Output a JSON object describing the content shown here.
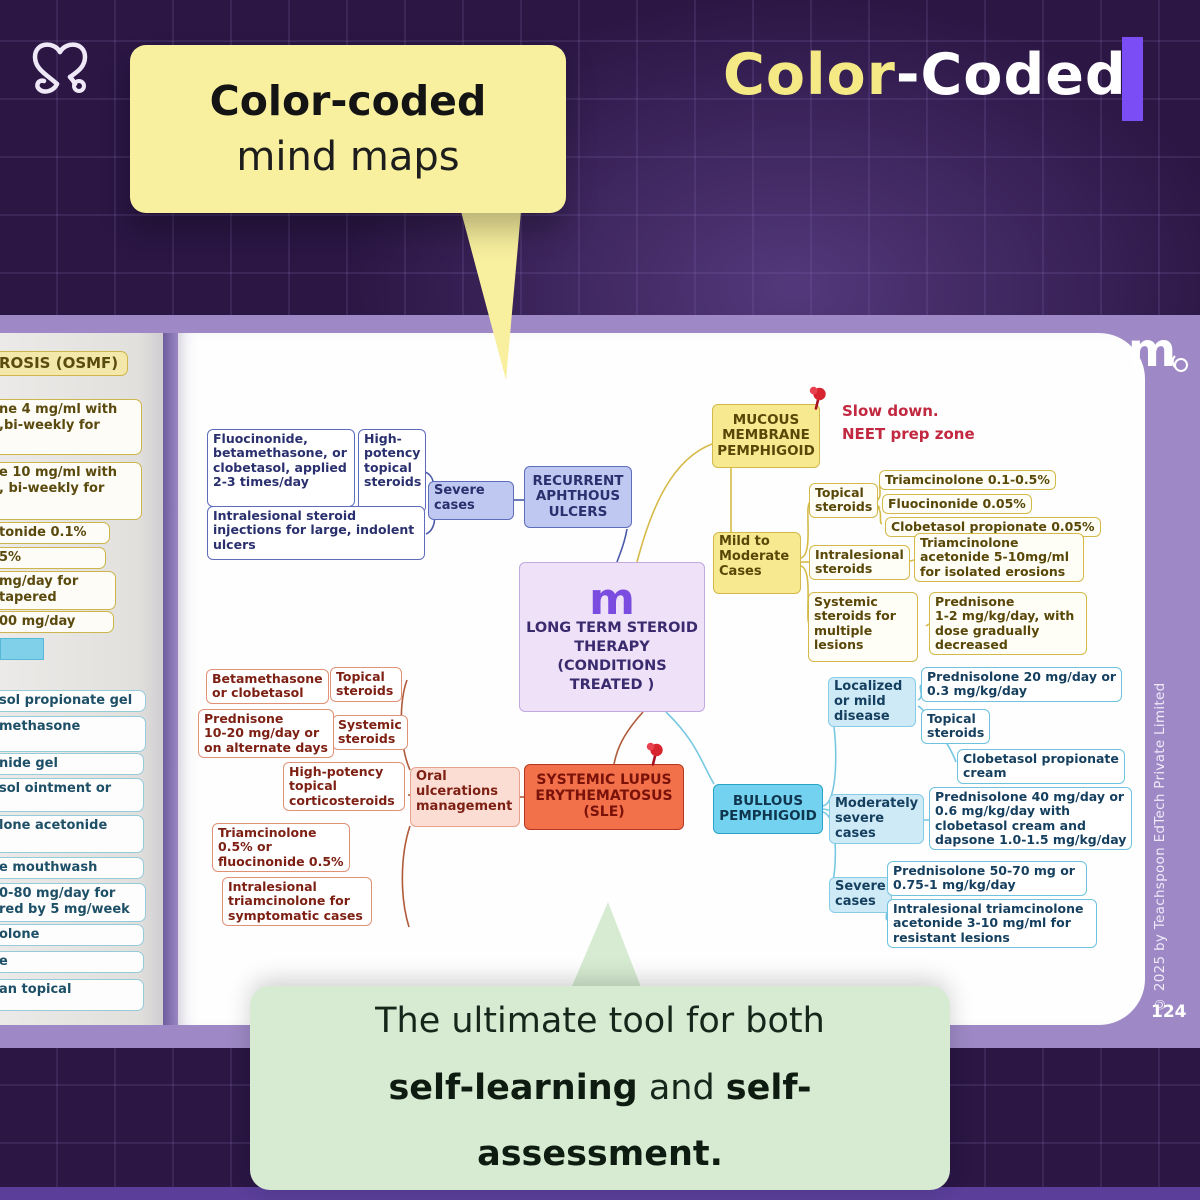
{
  "header": {
    "title_accent": "Color",
    "title_rest": "-Coded"
  },
  "top_bubble": {
    "line1": "Color-coded",
    "line2": "mind maps"
  },
  "bottom_bubble": {
    "line1": "The ultimate tool for both",
    "bold1": "self-learning",
    "mid": " and ",
    "bold2": "self-",
    "bold3": "assessment."
  },
  "page": {
    "number": "124",
    "copyright": "© 2025 by Teachspoon EdTech Private Limited"
  },
  "icons": {
    "m_glyph": "m",
    "brand": "heart-stethoscope",
    "pin": "pushpin"
  },
  "colors": {
    "accent_yellow": "#f5e986",
    "cursor_purple": "#7a4df5",
    "band_purple": "#9e89c6",
    "bubble_yellow": "#f8f09e",
    "bubble_green": "#d6ebd2",
    "node_blue": "#bfc8f1",
    "node_yellow": "#f7e98f",
    "node_red": "#f2714b",
    "node_cyan": "#72d2f0",
    "pin_red": "#d8242f"
  },
  "left_page": {
    "header": "ROSIS (OSMF)",
    "yellow_items": [
      "ne 4 mg/ml with\n,bi-weekly for",
      "e 10 mg/ml with\n, bi-weekly for",
      "tonide 0.1%",
      "5%",
      "mg/day for\ntapered",
      "00 mg/day"
    ],
    "teal_items": [
      "sol propionate gel",
      "methasone",
      "nide gel",
      "sol ointment or",
      "lone acetonide",
      "e mouthwash",
      "0-80 mg/day for\nred by 5 mg/week",
      "olone",
      "e",
      "an topical"
    ]
  },
  "mindmap": {
    "center": "LONG TERM STEROID\nTHERAPY\n(CONDITIONS\nTREATED )",
    "note": "Slow down.\nNEET prep zone",
    "rau": {
      "main": "RECURRENT\nAPHTHOUS\nULCERS",
      "severe": "Severe\ncases",
      "high_potency": "High-\npotency\ntopical\nsteroids",
      "drugs": "Fluocinonide,\nbetamethasone, or\nclobetasol, applied\n2-3 times/day",
      "intralesional": "Intralesional steroid\ninjections for large, indolent\nulcers"
    },
    "mmp": {
      "main": "MUCOUS\nMEMBRANE\nPEMPHIGOID",
      "mild": "Mild to\nModerate\nCases",
      "topical": "Topical\nsteroids",
      "triamcinolone": "Triamcinolone 0.1-0.5%",
      "fluocinonide": "Fluocinonide 0.05%",
      "clobetasol": "Clobetasol propionate 0.05%",
      "intralesional": "Intralesional\nsteroids",
      "triam_acetonide": "Triamcinolone\nacetonide 5-10mg/ml\nfor isolated erosions",
      "systemic": "Systemic\nsteroids for\nmultiple\nlesions",
      "prednisone": "Prednisone\n1-2 mg/kg/day, with\ndose gradually\ndecreased"
    },
    "sle": {
      "main": "SYSTEMIC LUPUS\nERYTHEMATOSUS\n(SLE)",
      "oral": "Oral\nulcerations\nmanagement",
      "high_potency": "High-potency\ntopical\ncorticosteroids",
      "topical": "Topical\nsteroids",
      "betamethasone": "Betamethasone\nor clobetasol",
      "systemic": "Systemic\nsteroids",
      "prednisone": "Prednisone\n10-20 mg/day or\non alternate days",
      "triamcinolone": "Triamcinolone\n0.5% or\nfluocinonide 0.5%",
      "intralesional": "Intralesional\ntriamcinolone for\nsymptomatic cases"
    },
    "bullous": {
      "main": "BULLOUS\nPEMPHIGOID",
      "localized": "Localized\nor mild\ndisease",
      "pred20": "Prednisolone 20 mg/day or\n0.3 mg/kg/day",
      "topical": "Topical\nsteroids",
      "clobetasol_cream": "Clobetasol propionate\ncream",
      "moderately": "Moderately\nsevere\ncases",
      "pred40": "Prednisolone 40 mg/day or\n0.6 mg/kg/day with\nclobetasol cream and\ndapsone 1.0-1.5 mg/kg/day",
      "severe": "Severe\ncases",
      "pred5070": "Prednisolone 50-70 mg or\n0.75-1 mg/kg/day",
      "intral_triam": "Intralesional triamcinolone\nacetonide 3-10 mg/ml for\nresistant lesions"
    }
  }
}
